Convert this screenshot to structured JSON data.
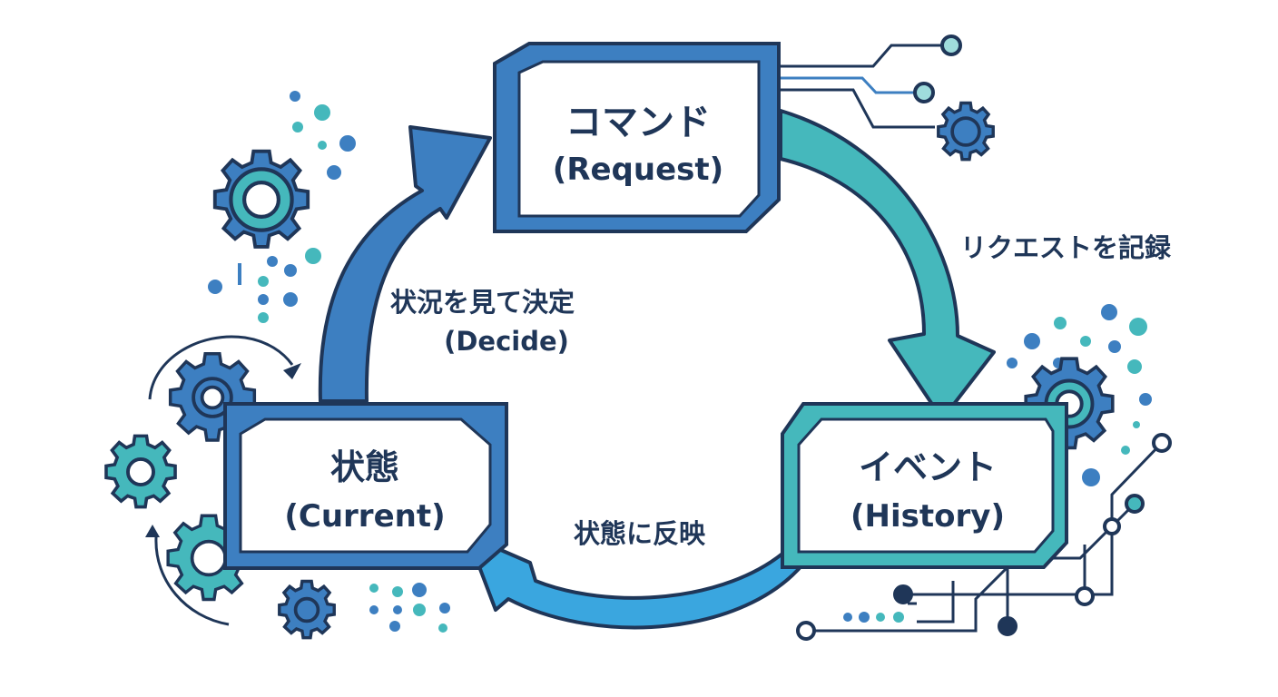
{
  "nodes": {
    "command": {
      "title": "コマンド",
      "subtitle": "(Request)"
    },
    "event": {
      "title": "イベント",
      "subtitle": "(History)"
    },
    "state": {
      "title": "状態",
      "subtitle": "(Current)"
    }
  },
  "edges": {
    "command_to_event": {
      "label": "リクエストを記録"
    },
    "event_to_state": {
      "label": "状態に反映"
    },
    "state_to_command": {
      "label_line1": "状況を見て決定",
      "label_line2": "(Decide)"
    }
  },
  "colors": {
    "dark_blue": "#1f3658",
    "mid_blue": "#3d7fc1",
    "light_blue": "#3aa6df",
    "teal": "#45b8bc",
    "pale_teal": "#9fdcdc"
  }
}
